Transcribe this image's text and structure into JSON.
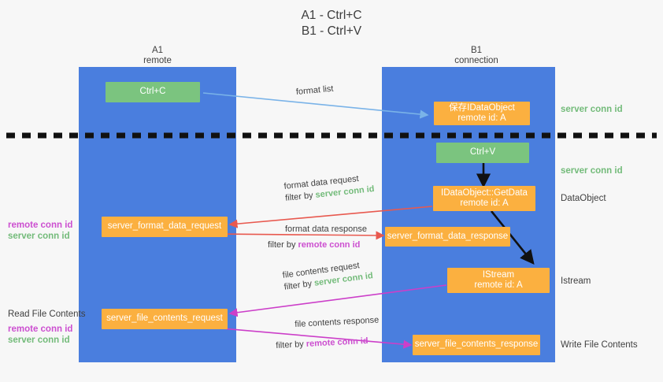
{
  "title": {
    "line1": "A1 - Ctrl+C",
    "line2": "B1 - Ctrl+V"
  },
  "colors": {
    "column": "#4a7ede",
    "node_orange": "#fbb040",
    "node_green": "#7bc47f",
    "server_conn": "#73bb7a",
    "remote_conn": "#cc4fd0",
    "arrow_blue": "#7ab3e8",
    "arrow_red": "#e8594f",
    "arrow_magenta": "#cc3fc9",
    "arrow_black": "#000000",
    "background": "#f7f7f7"
  },
  "columns": [
    {
      "name": "A1",
      "sub": "remote"
    },
    {
      "name": "B1",
      "sub": "connection"
    }
  ],
  "nodes": {
    "ctrl_c": {
      "line1": "Ctrl+C",
      "line2": ""
    },
    "save_idataobject": {
      "line1": "保存IDataObject",
      "line2": "remote id: A"
    },
    "ctrl_v": {
      "line1": "Ctrl+V",
      "line2": ""
    },
    "getdata": {
      "line1": "IDataObject::GetData",
      "line2": "remote id: A"
    },
    "format_data_request": {
      "line1": "server_format_data_request",
      "line2": ""
    },
    "format_data_response": {
      "line1": "server_format_data_response",
      "line2": ""
    },
    "istream": {
      "line1": "IStream",
      "line2": "remote id: A"
    },
    "file_contents_request": {
      "line1": "server_file_contents_request",
      "line2": ""
    },
    "file_contents_response": {
      "line1": "server_file_contents_response",
      "line2": ""
    }
  },
  "right_labels": {
    "server_conn_top": "server conn id",
    "server_conn_mid": "server conn id",
    "dataobject": "DataObject",
    "istream": "Istream",
    "write_file_contents": "Write File Contents"
  },
  "left_labels": {
    "remote_conn_1": "remote conn id",
    "server_conn_1": "server conn id",
    "read_file_contents": "Read File Contents",
    "remote_conn_2": "remote conn id",
    "server_conn_2": "server conn id"
  },
  "edges": {
    "format_list": "format list",
    "format_data_request": "format data request",
    "format_data_request_filter_prefix": "filter by ",
    "format_data_request_filter_value": "server conn id",
    "format_data_response": "format data response",
    "format_data_response_filter_prefix": "filter by ",
    "format_data_response_filter_value": "remote conn id",
    "file_contents_request": "file contents request",
    "file_contents_request_filter_prefix": "filter by ",
    "file_contents_request_filter_value": "server conn id",
    "file_contents_response": "file contents response",
    "file_contents_response_filter_prefix": "filter by ",
    "file_contents_response_filter_value": "remote conn id"
  }
}
